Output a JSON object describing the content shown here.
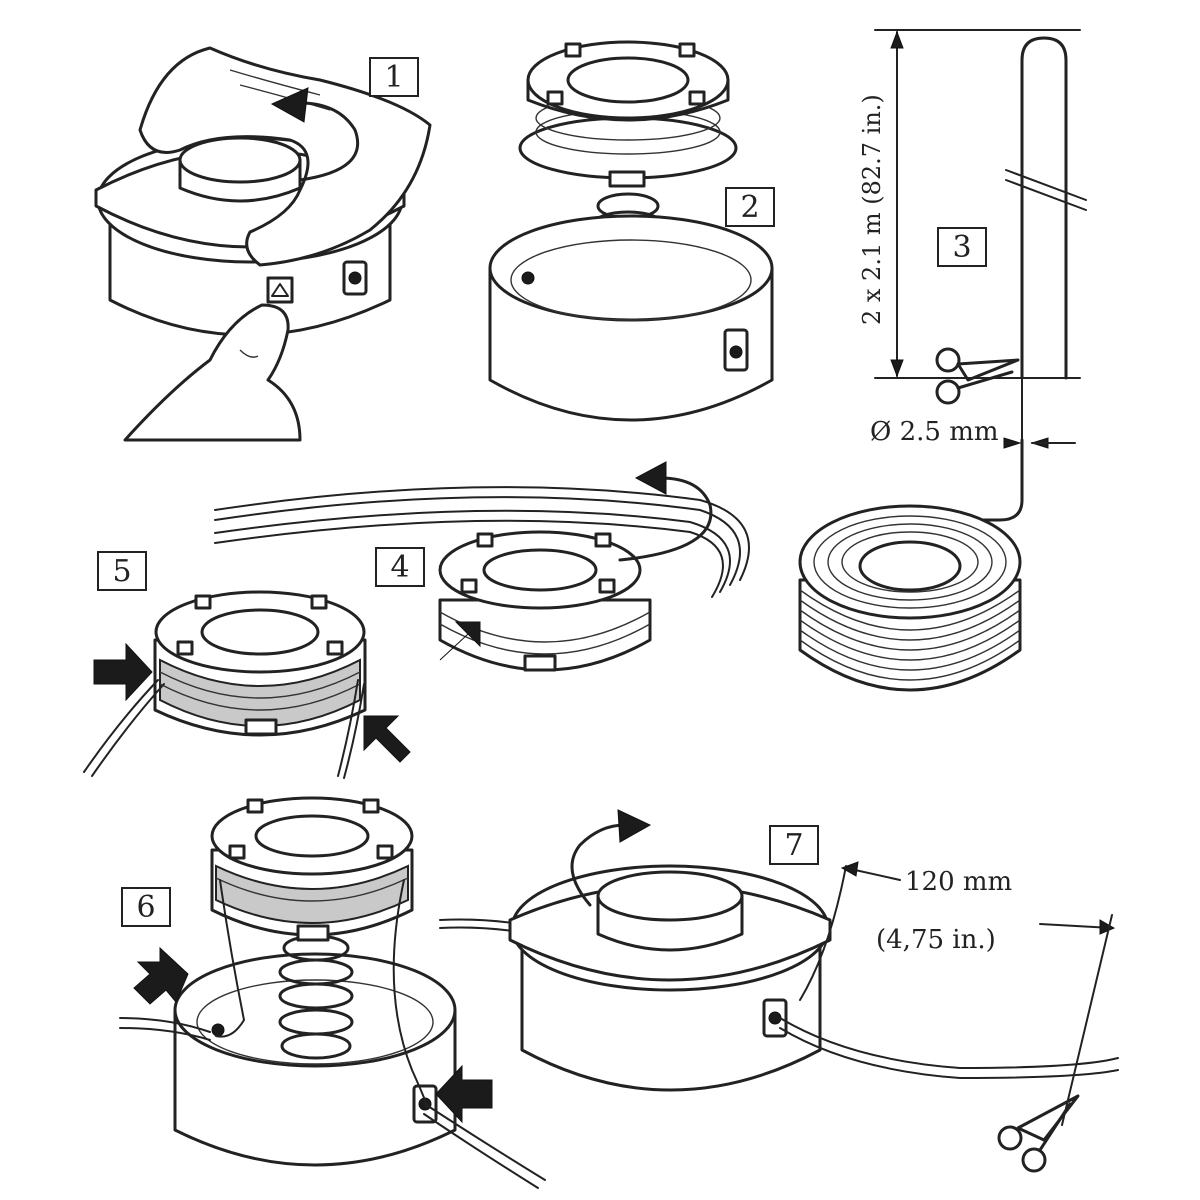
{
  "steps": [
    {
      "number": "1"
    },
    {
      "number": "2"
    },
    {
      "number": "3"
    },
    {
      "number": "4"
    },
    {
      "number": "5"
    },
    {
      "number": "6"
    },
    {
      "number": "7"
    }
  ],
  "dimensions": {
    "line_length": "2 x 2.1 m (82.7 in.)",
    "line_diameter": "Ø 2.5 mm",
    "protrusion_mm": "120 mm",
    "protrusion_in": "(4,75 in.)"
  },
  "colors": {
    "ink": "#222222",
    "paper": "#ffffff",
    "shade": "#c9c9c9"
  },
  "icons": [
    "hand-icon",
    "rotation-arrow-icon",
    "spring-icon",
    "scissors-icon",
    "push-arrow-icon",
    "line-coil-icon"
  ]
}
